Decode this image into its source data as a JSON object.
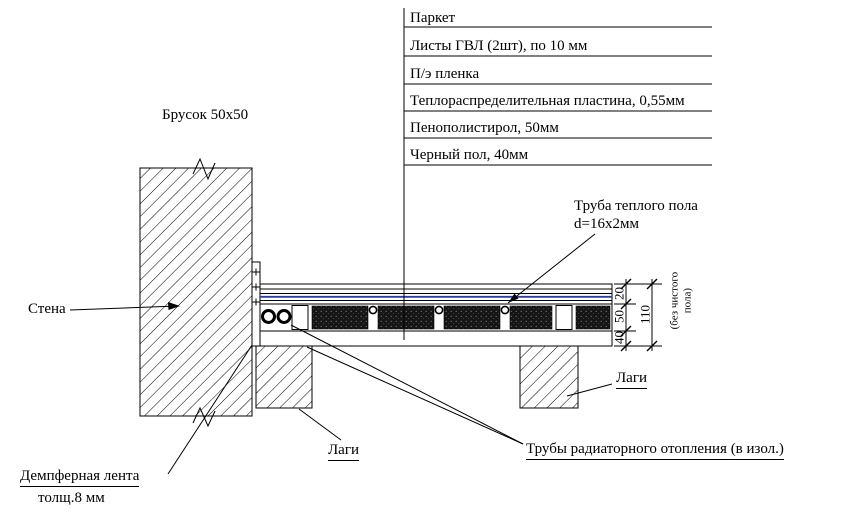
{
  "layer_callouts": [
    "Паркет",
    "Листы ГВЛ (2шт), по 10 мм",
    "П/э пленка",
    "Теплораспределительная пластина, 0,55мм",
    "Пенополистирол, 50мм",
    "Черный пол,  40мм"
  ],
  "labels": {
    "brusok": "Брусок 50x50",
    "stena": "Стена",
    "truba_line1": "Труба теплого пола",
    "truba_line2": "d=16x2мм",
    "lagi_right": "Лаги",
    "lagi_bottom": "Лаги",
    "radiator_pipes": "Трубы радиаторного отопления (в изол.)",
    "damper_line1": "Демпферная лента",
    "damper_line2": "толщ.8 мм"
  },
  "dimensions": {
    "top_layer": "20",
    "middle_layer": "50",
    "bottom_layer": "40",
    "total": "110",
    "note_line1": "(без чистого",
    "note_line2": "пола)"
  },
  "colors": {
    "line": "#000000",
    "pe_film_blue": "#2a3f9f",
    "block_fill": "#161616",
    "background": "#ffffff"
  }
}
